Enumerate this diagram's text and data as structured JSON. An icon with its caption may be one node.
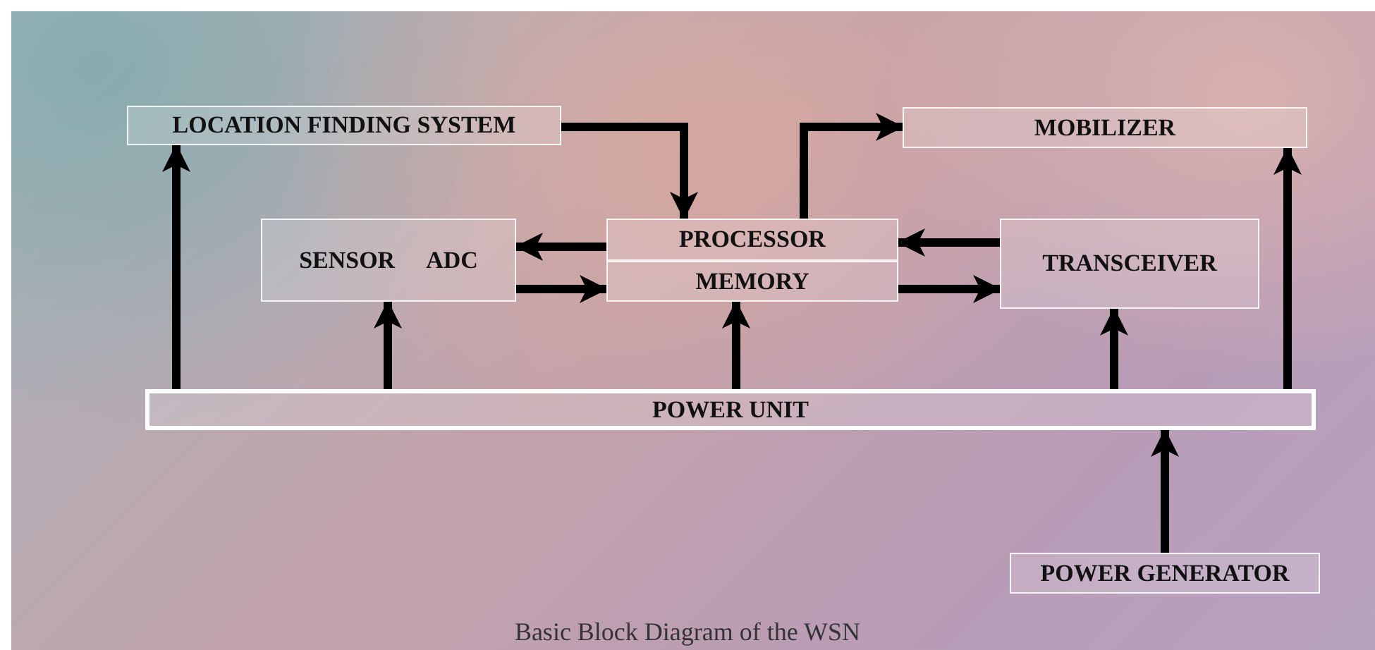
{
  "diagram": {
    "caption": "Basic Block Diagram of the WSN",
    "nodes": [
      {
        "text": [
          "LOCATION FINDING SYSTEM"
        ]
      },
      {
        "text": [
          "MOBILIZER"
        ]
      },
      {
        "text": [
          "SENSOR",
          "ADC"
        ]
      },
      {
        "text": [
          "PROCESSOR"
        ]
      },
      {
        "text": [
          "MEMORY"
        ]
      },
      {
        "text": [
          "TRANSCEIVER"
        ]
      },
      {
        "text": [
          "POWER UNIT"
        ]
      },
      {
        "text": [
          "POWER GENERATOR"
        ]
      }
    ],
    "edges": [
      {
        "from": 0,
        "to": 3,
        "arrow": "to"
      },
      {
        "from": 3,
        "to": 1,
        "arrow": "to"
      },
      {
        "from": 3,
        "to": 2,
        "arrow": "to"
      },
      {
        "from": 2,
        "to": 4,
        "arrow": "to"
      },
      {
        "from": 5,
        "to": 3,
        "arrow": "to"
      },
      {
        "from": 4,
        "to": 5,
        "arrow": "to"
      },
      {
        "from": 6,
        "to": 0,
        "arrow": "to"
      },
      {
        "from": 6,
        "to": 2,
        "arrow": "to"
      },
      {
        "from": 6,
        "to": 4,
        "arrow": "to"
      },
      {
        "from": 6,
        "to": 5,
        "arrow": "to"
      },
      {
        "from": 6,
        "to": 1,
        "arrow": "to"
      },
      {
        "from": 7,
        "to": 6,
        "arrow": "to"
      }
    ]
  }
}
